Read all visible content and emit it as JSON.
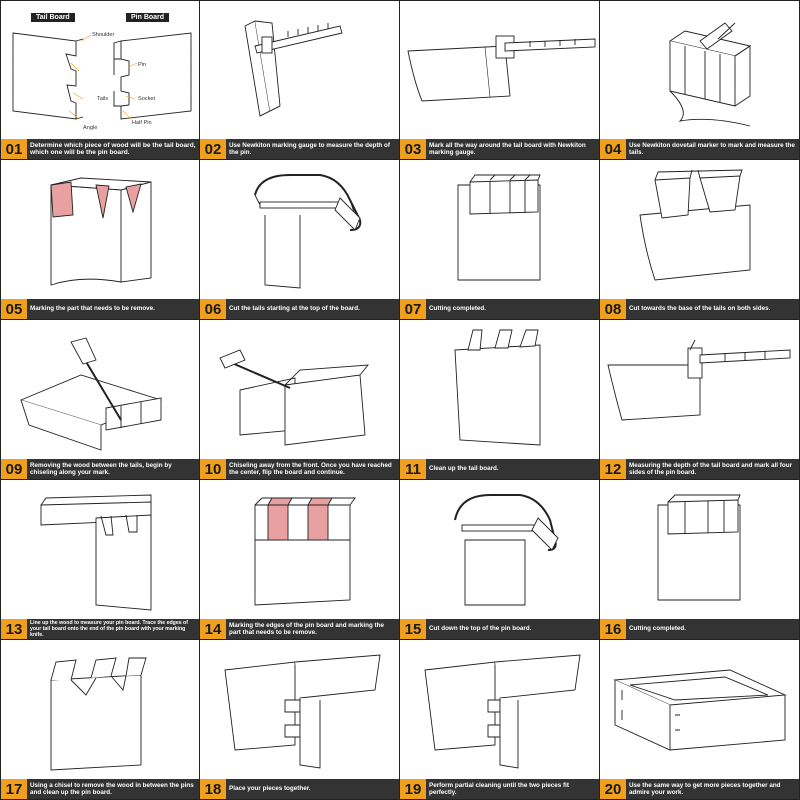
{
  "accent_color": "#f0a01e",
  "caption_bg": "#333333",
  "highlight_color": "#e8a0a0",
  "step1_labels": {
    "tail_board": "Tail Board",
    "pin_board": "Pin Board",
    "shoulder": "Shoulder",
    "pin": "Pin",
    "tails": "Tails",
    "socket": "Socket",
    "angle": "Angle",
    "half_pin": "Half Pin"
  },
  "steps": [
    {
      "num": "01",
      "text": "Determine which piece of wood will be the tail board, which one will be the pin board."
    },
    {
      "num": "02",
      "text": "Use Newkiton marking gauge to measure the depth of the pin."
    },
    {
      "num": "03",
      "text": "Mark all the way around the tail board with Newkiton marking gauge."
    },
    {
      "num": "04",
      "text": "Use Newkiton dovetail marker to mark and measure the tails."
    },
    {
      "num": "05",
      "text": "Marking the part that needs to be remove."
    },
    {
      "num": "06",
      "text": "Cut the tails starting at the top of the board."
    },
    {
      "num": "07",
      "text": "Cutting completed."
    },
    {
      "num": "08",
      "text": "Cut towards the base of the tails on both sides."
    },
    {
      "num": "09",
      "text": "Removing the wood between the tails, begin by chiseling along your mark."
    },
    {
      "num": "10",
      "text": "Chiseling away from the front. Once you have reached the center, flip the board and continue."
    },
    {
      "num": "11",
      "text": "Clean up the tail board."
    },
    {
      "num": "12",
      "text": "Measuring the depth of the tail board and mark all four sides of the pin board."
    },
    {
      "num": "13",
      "text": "Line up the wood to measure your pin board. Trace the edges of your tail board onto the end of the pin board with your marking knife."
    },
    {
      "num": "14",
      "text": "Marking the edges of the pin board and marking the part that needs to be remove."
    },
    {
      "num": "15",
      "text": "Cut down the top of the pin board."
    },
    {
      "num": "16",
      "text": "Cutting completed."
    },
    {
      "num": "17",
      "text": "Using a chisel to remove the wood in between the pins and clean up the pin board."
    },
    {
      "num": "18",
      "text": "Place your pieces together."
    },
    {
      "num": "19",
      "text": "Perform partial cleaning until the two pieces fit perfectly."
    },
    {
      "num": "20",
      "text": "Use the same way to get more pieces together and admire your work."
    }
  ]
}
